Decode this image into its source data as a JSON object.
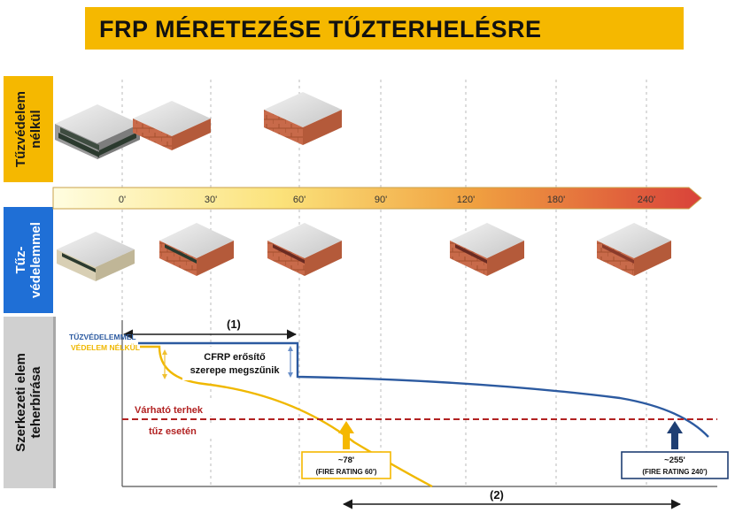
{
  "title": "FRP MÉRETEZÉSE TŰZTERHELÉSRE",
  "side_labels": {
    "without": [
      "Tűzvédelem",
      "nélkül"
    ],
    "with": [
      "Tűz-",
      "védelemmel"
    ],
    "capacity": [
      "Szerkezeti elem",
      "teherbírása"
    ]
  },
  "timeline_ticks": [
    "0'",
    "30'",
    "60'",
    "90'",
    "120'",
    "180'",
    "240'"
  ],
  "legend": {
    "protected": "TŰZVÉDELEMMEL",
    "unprotected": "VÉDELEM NÉLKÜL"
  },
  "dimension_1": "(1)",
  "dimension_2": "(2)",
  "cfrp_note": [
    "CFRP erősítő",
    "szerepe megszűnik"
  ],
  "load_label": [
    "Várható terhek",
    "tűz esetén"
  ],
  "rating_60": {
    "time": "~78'",
    "label": "(FIRE RATING 60')"
  },
  "rating_240": {
    "time": "~255'",
    "label": "(FIRE RATING 240')"
  },
  "colors": {
    "title_bg": "#f5b800",
    "protected": "#2c5aa0",
    "unprotected": "#f0b800",
    "load_line": "#b22222",
    "side_blue": "#1f6fd6"
  }
}
